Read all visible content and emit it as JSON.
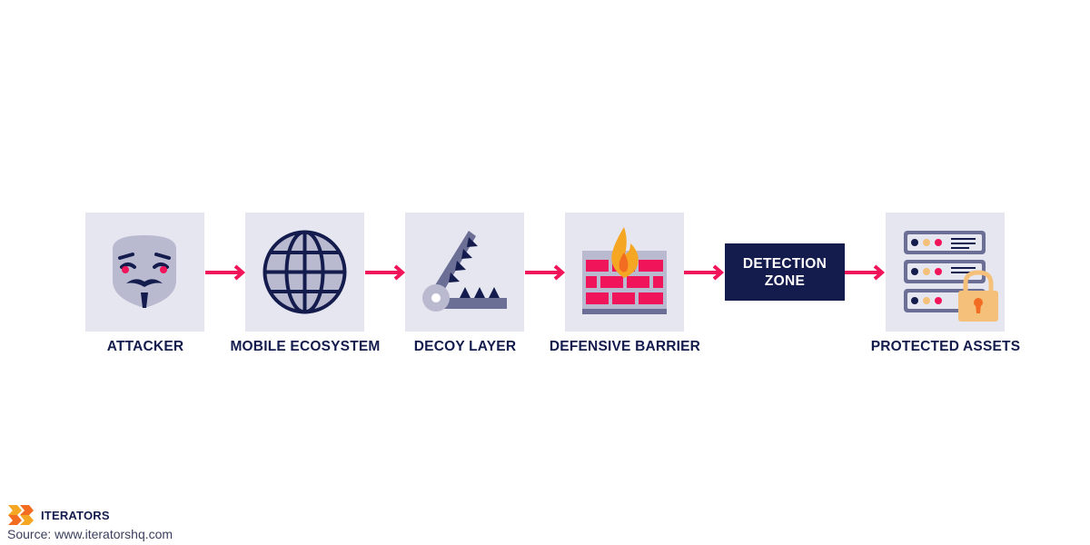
{
  "diagram": {
    "steps": [
      {
        "label": "ATTACKER",
        "icon": "mask-icon"
      },
      {
        "label": "MOBILE ECOSYSTEM",
        "icon": "globe-icon"
      },
      {
        "label": "DECOY LAYER",
        "icon": "trap-icon"
      },
      {
        "label": "DEFENSIVE BARRIER",
        "icon": "firewall-icon"
      },
      {
        "label": "PROTECTED ASSETS",
        "icon": "server-lock-icon"
      }
    ],
    "detection_zone": {
      "line1": "DETECTION",
      "line2": "ZONE"
    }
  },
  "footer": {
    "brand": "ITERATORS",
    "source": "Source: www.iteratorshq.com"
  },
  "colors": {
    "navy": "#141b4d",
    "tile": "#e6e6f0",
    "arrow": "#f0145a",
    "slate": "#6b6f96",
    "pink": "#f0145a",
    "orange": "#f5a623"
  }
}
